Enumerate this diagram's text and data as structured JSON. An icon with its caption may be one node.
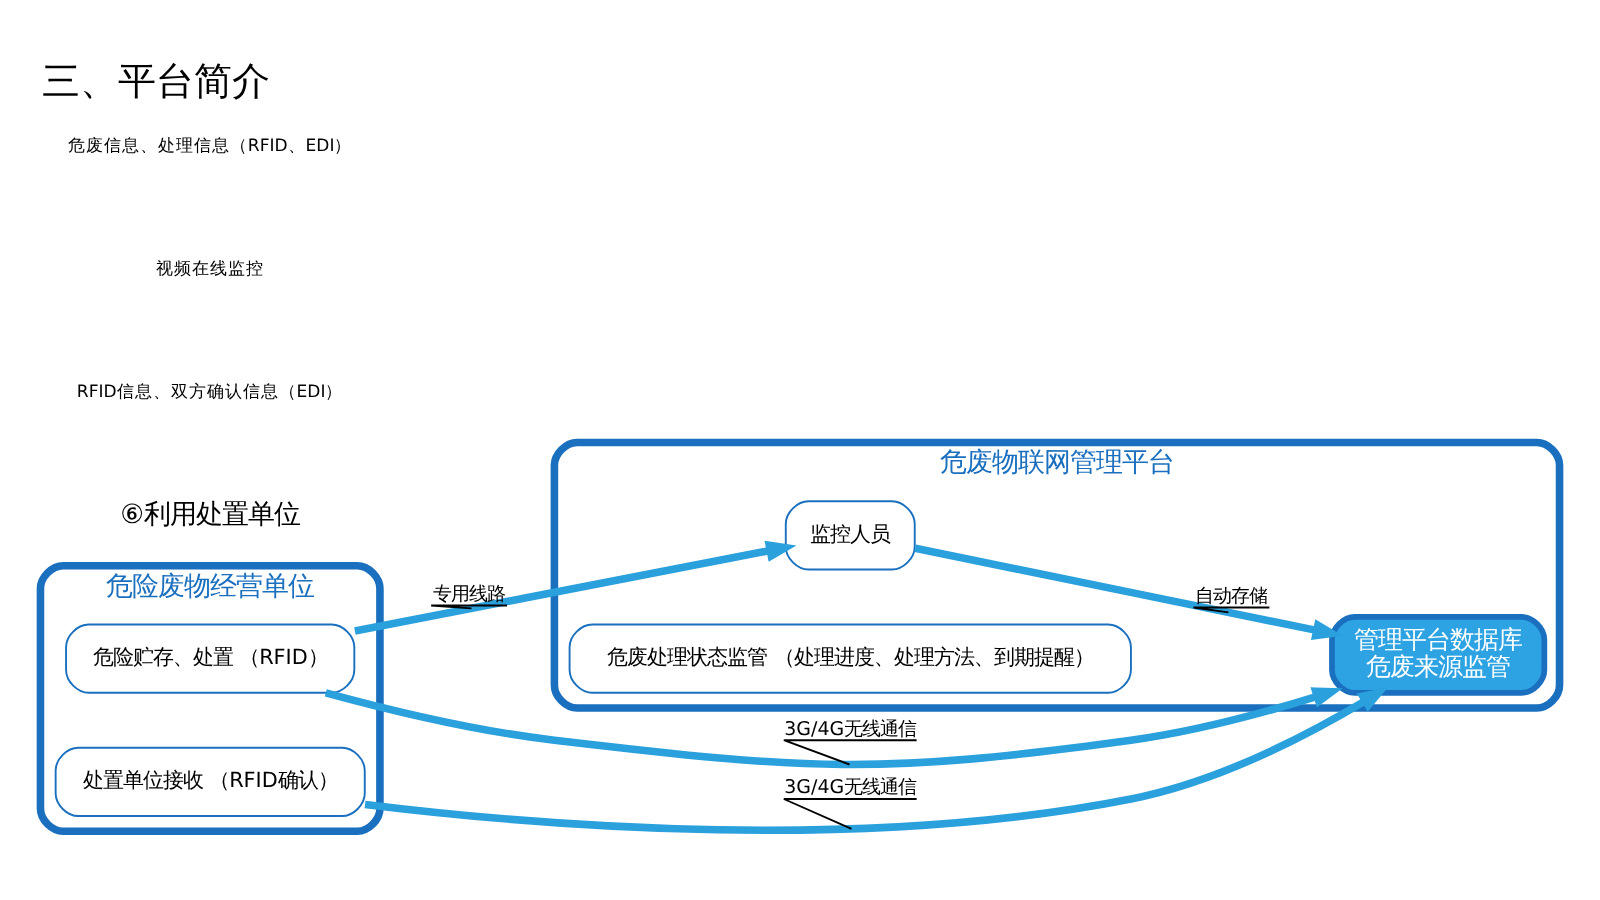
{
  "diagram": {
    "title": "三、平台简介",
    "nodes": [
      {
        "text": [
          "危险废物经营单位"
        ]
      },
      {
        "text": [
          "处置单位接收 （RFID确认）"
        ],
        "in": 0
      },
      {
        "text": [
          "危险贮存、处置 （RFID）"
        ],
        "in": 0
      },
      {
        "text": [
          "危废物联网管理平台"
        ]
      },
      {
        "text": [
          "管理平台数据库",
          "危废来源监管"
        ],
        "in": 3
      },
      {
        "text": [
          "监控人员"
        ],
        "in": 3
      },
      {
        "text": [
          "危废处理状态监管 （处理进度、处理方法、到期提醒）"
        ],
        "in": 3
      }
    ],
    "edges": [
      {
        "from": 1,
        "to": 4,
        "arrow": "to",
        "label": "3G/4G无线通信"
      },
      {
        "from": 2,
        "to": 5,
        "arrow": "to",
        "label": "专用线路"
      },
      {
        "from": 5,
        "to": 4,
        "arrow": "to",
        "label": "自动存储"
      },
      {
        "from": 2,
        "to": 4,
        "arrow": "to",
        "label": "3G/4G无线通信"
      }
    ],
    "labels": [
      "⑥利用处置单位",
      "RFID信息、双方确认信息（EDI）",
      "视频在线监控",
      "危废信息、处理信息（RFID、EDI）"
    ]
  }
}
